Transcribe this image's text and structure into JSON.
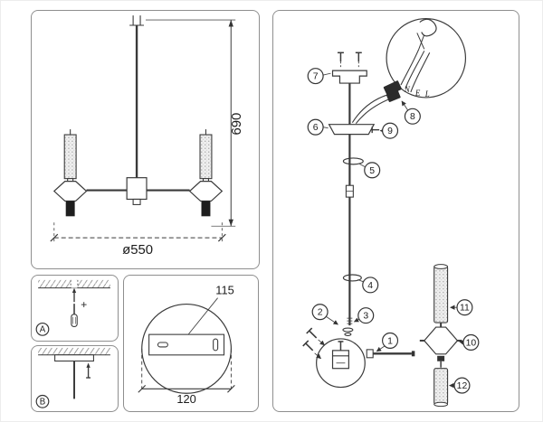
{
  "front_view": {
    "height_dim": "690",
    "diameter_dim": "ø550"
  },
  "mount_steps": {
    "step_a": "A",
    "step_b": "B"
  },
  "canopy_detail": {
    "inner_dim": "115",
    "outer_dim": "120"
  },
  "assembly": {
    "callouts": [
      "1",
      "2",
      "3",
      "4",
      "5",
      "6",
      "7",
      "8",
      "9",
      "10",
      "11",
      "12"
    ],
    "wire_labels": [
      "N",
      "E",
      "L"
    ]
  }
}
